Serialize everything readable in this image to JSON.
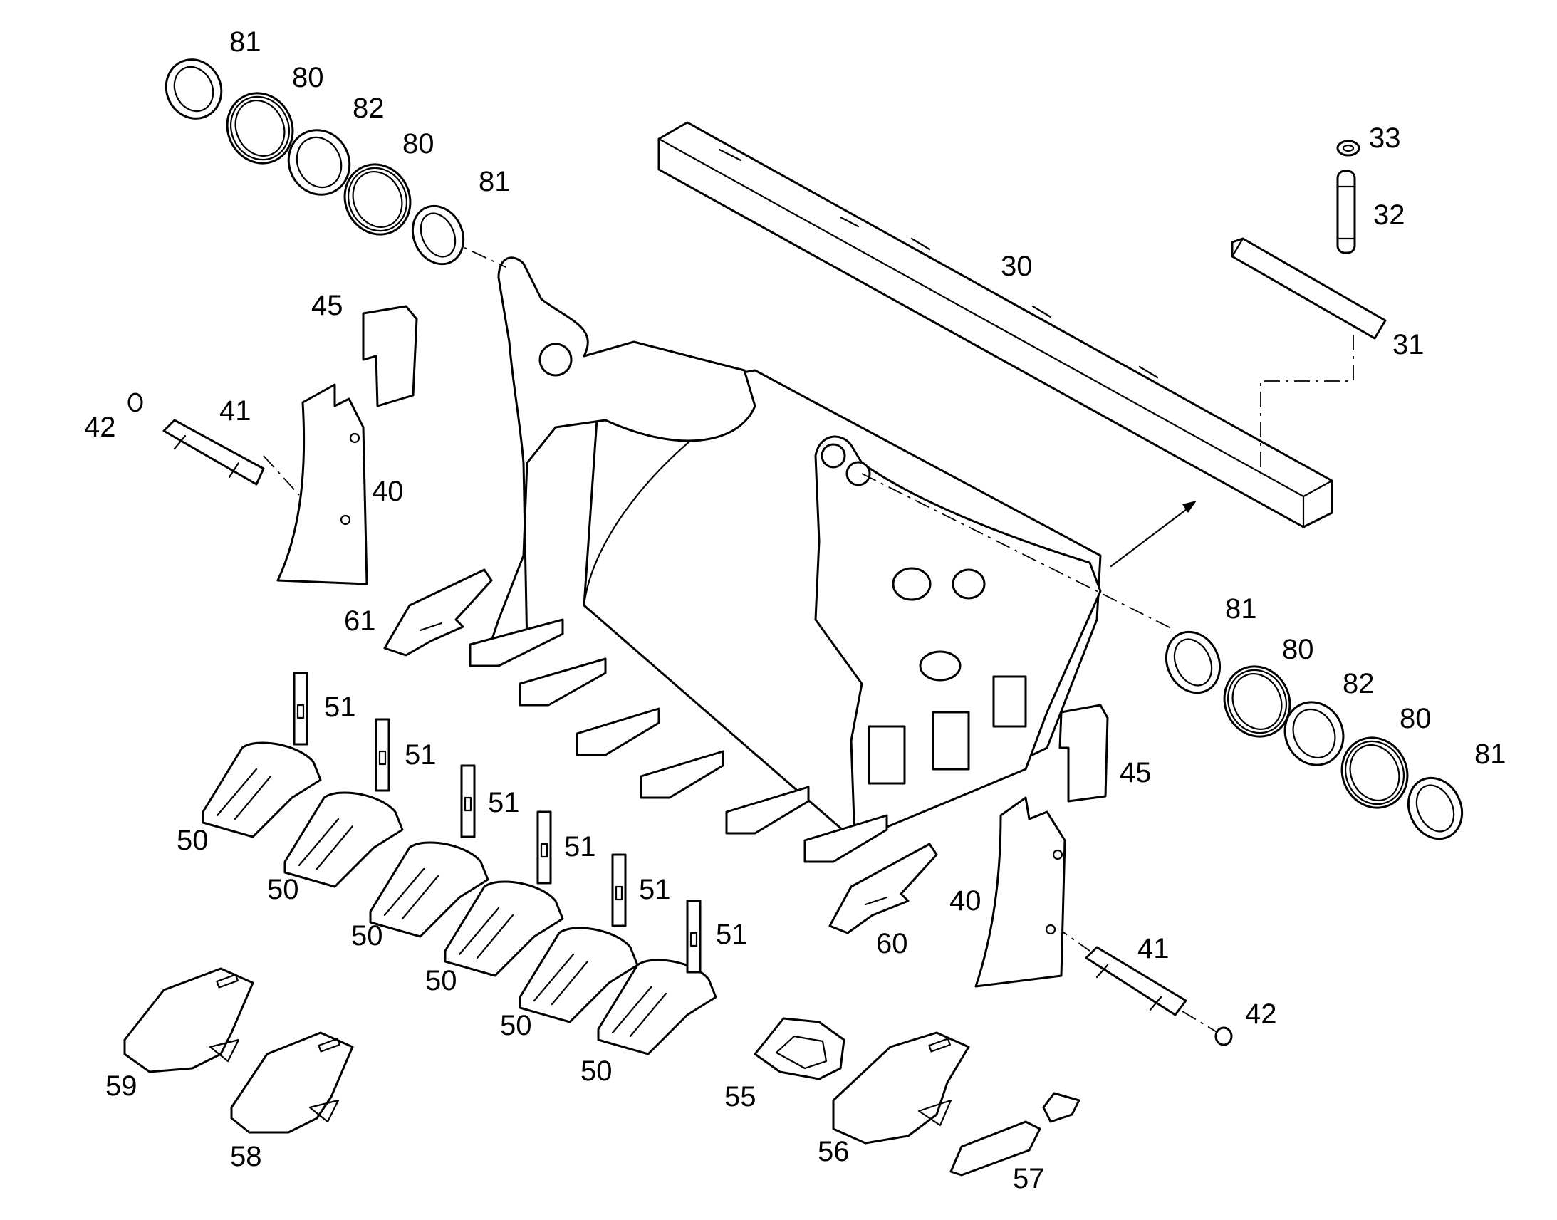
{
  "callouts": [
    {
      "id": "c81a",
      "text": "81"
    },
    {
      "id": "c80a",
      "text": "80"
    },
    {
      "id": "c82a",
      "text": "82"
    },
    {
      "id": "c80b",
      "text": "80"
    },
    {
      "id": "c81b",
      "text": "81"
    },
    {
      "id": "c33",
      "text": "33"
    },
    {
      "id": "c32",
      "text": "32"
    },
    {
      "id": "c30",
      "text": "30"
    },
    {
      "id": "c31",
      "text": "31"
    },
    {
      "id": "c45a",
      "text": "45"
    },
    {
      "id": "c41a",
      "text": "41"
    },
    {
      "id": "c42a",
      "text": "42"
    },
    {
      "id": "c40a",
      "text": "40"
    },
    {
      "id": "c61",
      "text": "61"
    },
    {
      "id": "c51a",
      "text": "51"
    },
    {
      "id": "c51b",
      "text": "51"
    },
    {
      "id": "c51c",
      "text": "51"
    },
    {
      "id": "c51d",
      "text": "51"
    },
    {
      "id": "c51e",
      "text": "51"
    },
    {
      "id": "c51f",
      "text": "51"
    },
    {
      "id": "c50a",
      "text": "50"
    },
    {
      "id": "c50b",
      "text": "50"
    },
    {
      "id": "c50c",
      "text": "50"
    },
    {
      "id": "c50d",
      "text": "50"
    },
    {
      "id": "c50e",
      "text": "50"
    },
    {
      "id": "c50f",
      "text": "50"
    },
    {
      "id": "c81c",
      "text": "81"
    },
    {
      "id": "c80c",
      "text": "80"
    },
    {
      "id": "c82b",
      "text": "82"
    },
    {
      "id": "c80d",
      "text": "80"
    },
    {
      "id": "c81d",
      "text": "81"
    },
    {
      "id": "c45b",
      "text": "45"
    },
    {
      "id": "c40b",
      "text": "40"
    },
    {
      "id": "c60",
      "text": "60"
    },
    {
      "id": "c41b",
      "text": "41"
    },
    {
      "id": "c42b",
      "text": "42"
    },
    {
      "id": "c59",
      "text": "59"
    },
    {
      "id": "c58",
      "text": "58"
    },
    {
      "id": "c55",
      "text": "55"
    },
    {
      "id": "c56",
      "text": "56"
    },
    {
      "id": "c57",
      "text": "57"
    }
  ]
}
